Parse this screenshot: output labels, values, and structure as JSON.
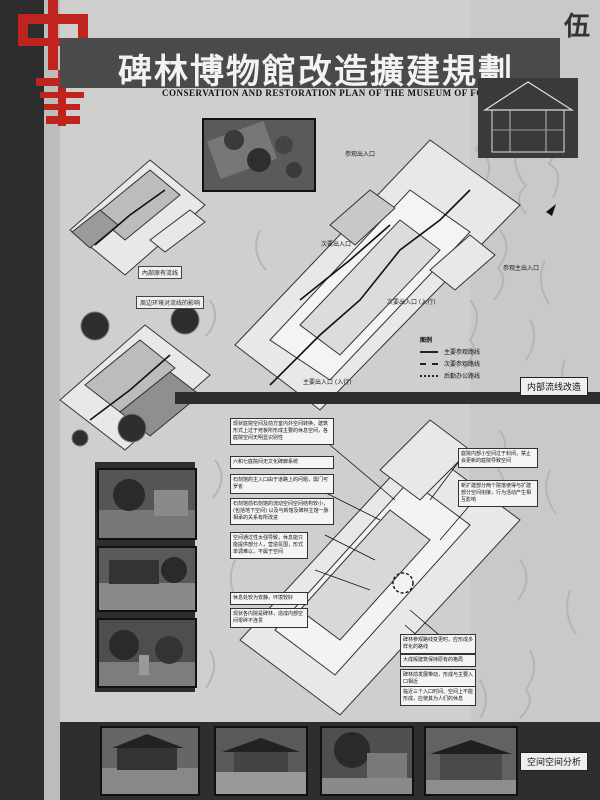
{
  "header": {
    "title_cn": "碑林博物館改造擴建規劃",
    "title_en": "CONSERVATION AND RESTORATION PLAN OF THE MUSEUM OF FOREST OF STELES",
    "page_number": "伍",
    "seal_text": "中南"
  },
  "upper_section": {
    "left_caption_1": "內部原有流线",
    "left_caption_2": "周边环境对流线的影响",
    "tag": "内部流线改造",
    "entrances": [
      "参观出入口",
      "次要出入口",
      "次要出入口\n(入行)",
      "主要出入口\n(入行)",
      "参观主出入口"
    ],
    "legend_title": "图例",
    "legend_items": [
      "主要参观路线",
      "次要参观路线",
      "后勤办公路线"
    ]
  },
  "lower_section": {
    "tag": "空间空间分析",
    "notes_left": [
      "现状庭院空间及前方室内外空间转换，建筑形式上过于死板所形成主要的休息空间，各庭院空间无明显识别性",
      "六和七庭院间无文化碑廊系统",
      "石刻馆的主入口由于道路上的问题，需门可罗雀",
      "石刻馆前石刻馆的流动空间空间结构较小，(包括地下空间) 以及与新馆及碑林主馆一脉相承的关系有所改进",
      "空间通过性太强导致，休息能只能提供部分人，营造氛围，形式单调难以，不属于空间",
      "休息处较为安静，环境较好",
      "现状各内院是碑林，造成内部空间零碎不连贯"
    ],
    "notes_right": [
      "庭院内部小空间过于封闭，禁止会更新的庭院导致空间",
      "新扩建部分两个院落使得与扩建部分空间衔接，行为活动产生相互影响",
      "碑林参观路线变更时，应形成多样化的路线",
      "大成殿建筑保持原有的格局",
      "碑林前发展带动，形成与主要入口相近",
      "临近三个入口时间、空间上不能形成，应使其为人们的休息"
    ]
  },
  "colors": {
    "seal_red": "#c0241f",
    "dark_band": "#2d2d2d",
    "title_bar": "#4a4a4a"
  }
}
